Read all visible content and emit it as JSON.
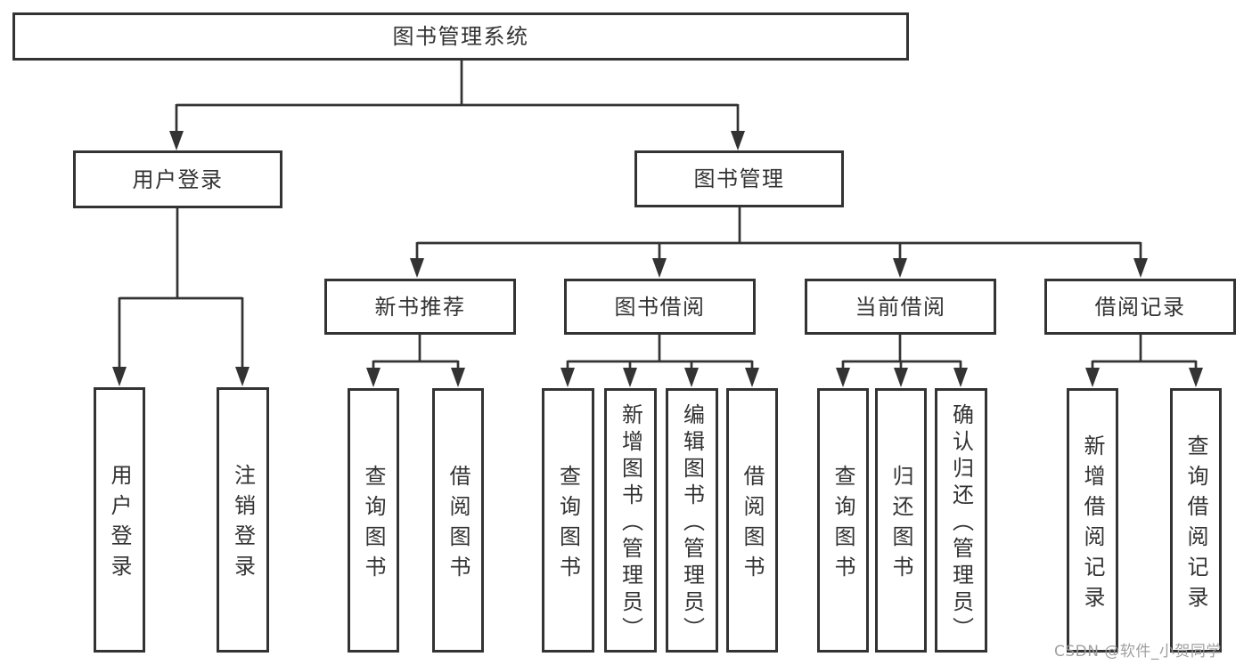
{
  "colors": {
    "line": "#333333",
    "box_border": "#333333",
    "text": "#333333",
    "watermark": "#9b9b9b",
    "background": "#ffffff"
  },
  "tree": {
    "root": {
      "label": "图书管理系统"
    },
    "branches": [
      {
        "label": "用户登录",
        "children": [
          {
            "label": "用户登录"
          },
          {
            "label": "注销登录"
          }
        ]
      },
      {
        "label": "图书管理",
        "children": [
          {
            "label": "新书推荐",
            "children": [
              {
                "label": "查询图书"
              },
              {
                "label": "借阅图书"
              }
            ]
          },
          {
            "label": "图书借阅",
            "children": [
              {
                "label": "查询图书"
              },
              {
                "label": "新增图书（管理员）"
              },
              {
                "label": "编辑图书（管理员）"
              },
              {
                "label": "借阅图书"
              }
            ]
          },
          {
            "label": "当前借阅",
            "children": [
              {
                "label": "查询图书"
              },
              {
                "label": "归还图书"
              },
              {
                "label": "确认归还（管理员）"
              }
            ]
          },
          {
            "label": "借阅记录",
            "children": [
              {
                "label": "新增借阅记录"
              },
              {
                "label": "查询借阅记录"
              }
            ]
          }
        ]
      }
    ]
  },
  "watermark": "CSDN @软件_小贺同学"
}
